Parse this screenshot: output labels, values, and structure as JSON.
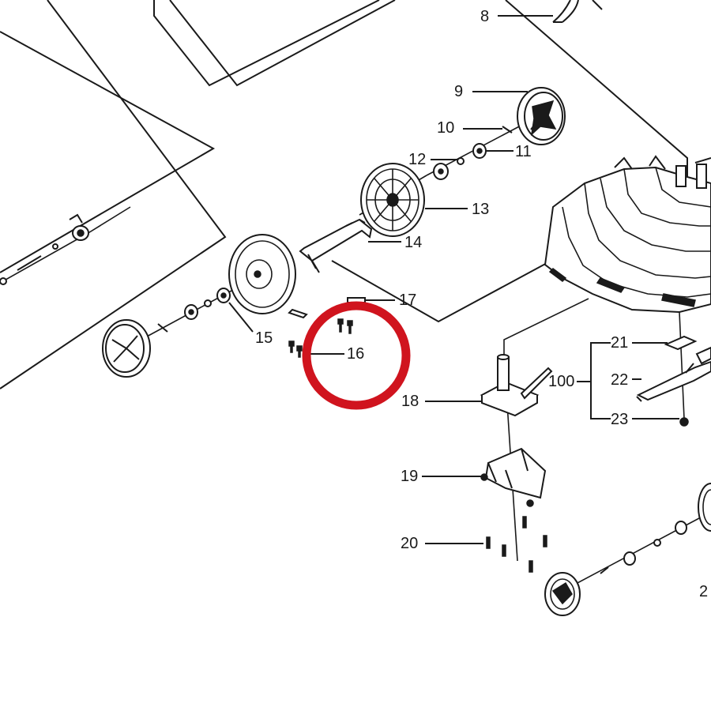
{
  "diagram": {
    "part_labels": {
      "p8": "8",
      "p9": "9",
      "p10": "10",
      "p11": "11",
      "p12": "12",
      "p13": "13",
      "p14": "14",
      "p15": "15",
      "p16": "16",
      "p17": "17",
      "p18": "18",
      "p19": "19",
      "p20": "20",
      "p21": "21",
      "p22": "22",
      "p23": "23",
      "p100": "100",
      "p2x": "2"
    },
    "highlight": {
      "target_label": "16",
      "color": "#d0141e"
    },
    "line_color": "#1a1a1a"
  }
}
